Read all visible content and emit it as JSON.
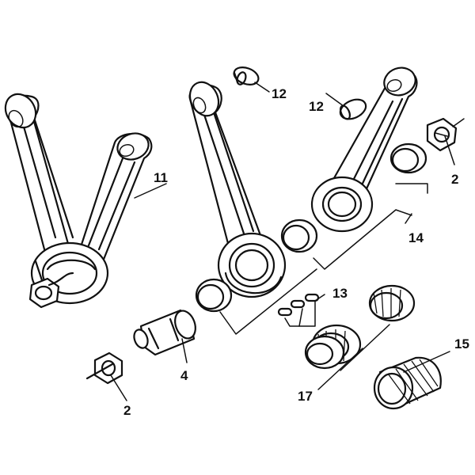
{
  "callouts": {
    "c11": "11",
    "c12a": "12",
    "c12b": "12",
    "c2a": "2",
    "c2b": "2",
    "c14": "14",
    "c13": "13",
    "c4": "4",
    "c15": "15",
    "c17": "17"
  }
}
